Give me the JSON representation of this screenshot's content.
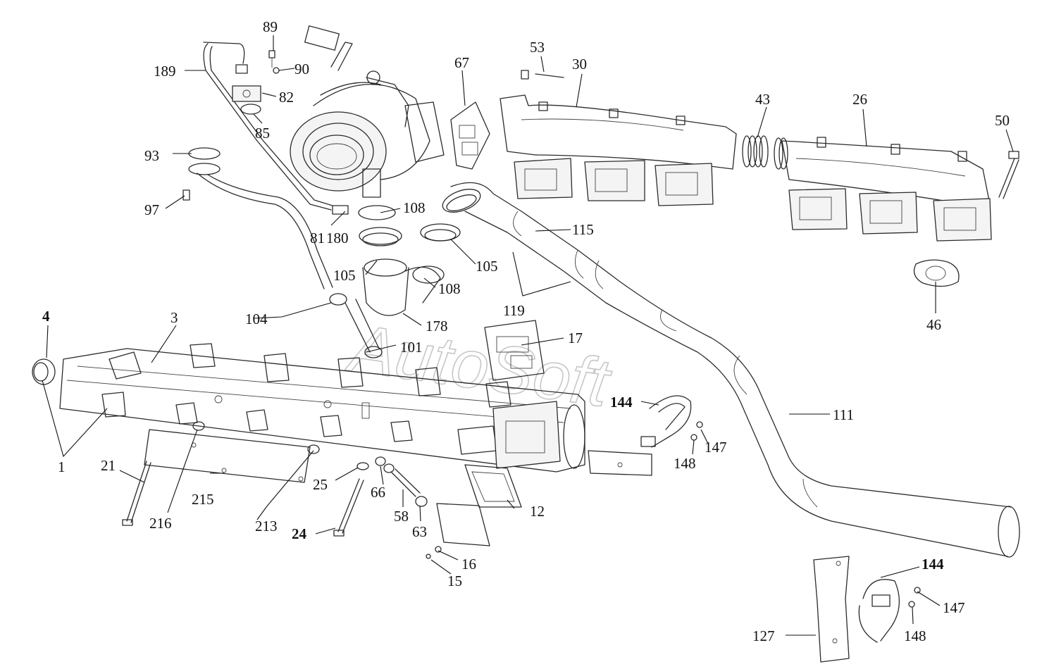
{
  "watermark": "AutoSoft",
  "callouts": {
    "c1": "1",
    "c3": "3",
    "c4": "4",
    "c12": "12",
    "c15": "15",
    "c16": "16",
    "c17": "17",
    "c21": "21",
    "c24": "24",
    "c25": "25",
    "c26": "26",
    "c30": "30",
    "c43": "43",
    "c46": "46",
    "c50": "50",
    "c53": "53",
    "c58": "58",
    "c63": "63",
    "c66": "66",
    "c67": "67",
    "c81": "81",
    "c180": "180",
    "c82": "82",
    "c85": "85",
    "c89": "89",
    "c90": "90",
    "c93": "93",
    "c97": "97",
    "c101": "101",
    "c104": "104",
    "c105a": "105",
    "c105b": "105",
    "c108a": "108",
    "c108b": "108",
    "c111": "111",
    "c115": "115",
    "c119": "119",
    "c127": "127",
    "c144a": "144",
    "c144b": "144",
    "c147a": "147",
    "c147b": "147",
    "c148a": "148",
    "c148b": "148",
    "c178": "178",
    "c189": "189",
    "c213": "213",
    "c215": "215",
    "c216": "216"
  }
}
